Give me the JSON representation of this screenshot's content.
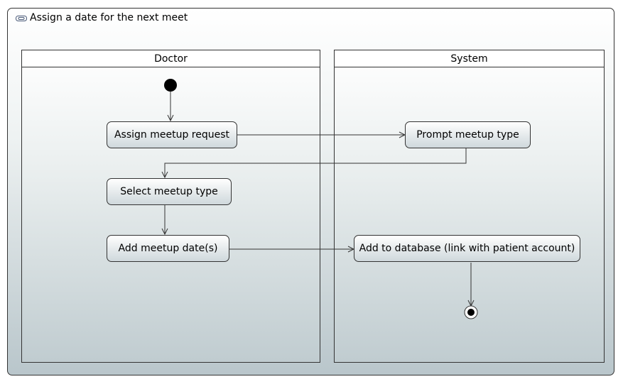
{
  "diagram": {
    "title": "Assign a date for the next meet",
    "title_icon": "activity-diagram-icon"
  },
  "lanes": [
    {
      "name": "Doctor"
    },
    {
      "name": "System"
    }
  ],
  "actions": [
    {
      "id": "assign-request",
      "label": "Assign meetup request",
      "lane": "Doctor"
    },
    {
      "id": "prompt-type",
      "label": "Prompt meetup type",
      "lane": "System"
    },
    {
      "id": "select-type",
      "label": "Select meetup type",
      "lane": "Doctor"
    },
    {
      "id": "add-dates",
      "label": "Add meetup date(s)",
      "lane": "Doctor"
    },
    {
      "id": "add-db",
      "label": "Add to database (link with patient account)",
      "lane": "System"
    }
  ],
  "nodes": {
    "initial": "initial-node",
    "final": "activity-final-node"
  },
  "flows": [
    [
      "initial",
      "assign-request"
    ],
    [
      "assign-request",
      "prompt-type"
    ],
    [
      "prompt-type",
      "select-type"
    ],
    [
      "select-type",
      "add-dates"
    ],
    [
      "add-dates",
      "add-db"
    ],
    [
      "add-db",
      "final"
    ]
  ],
  "colors": {
    "line": "#333333",
    "node_fill": "#000000"
  }
}
